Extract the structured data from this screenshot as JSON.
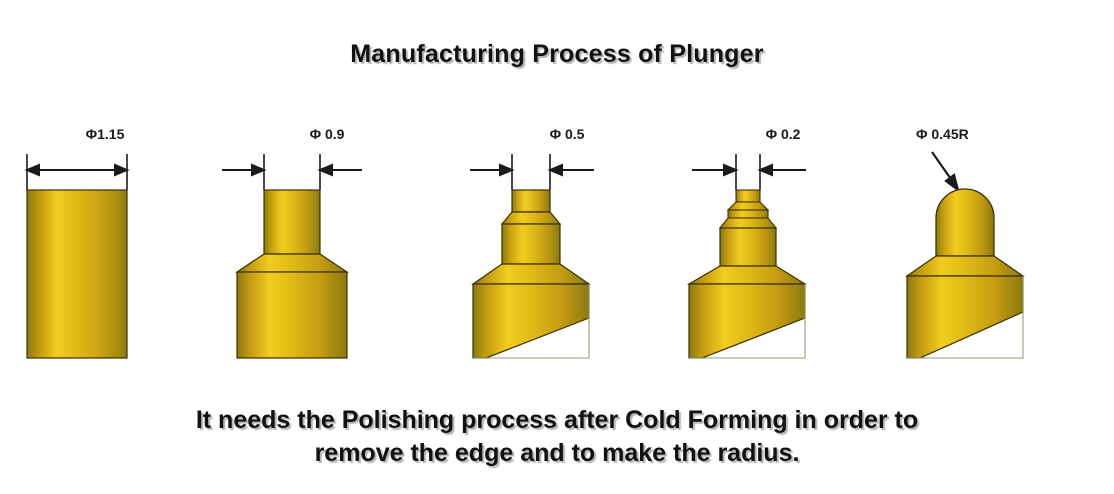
{
  "slide": {
    "title": "Manufacturing Process of  Plunger",
    "caption_line1": "It needs the Polishing process after Cold Forming in order to",
    "caption_line2": "remove the edge and to make the radius.",
    "background_color": "#ffffff",
    "text_color": "#111111"
  },
  "material": {
    "name": "gold-brass",
    "edge_dark": "#8a7a10",
    "mid_gold": "#d4aa14",
    "highlight": "#f5d020",
    "outline": "#3a3000",
    "cut_face": "#ffffff",
    "cut_outline": "#9a9a78"
  },
  "stages": [
    {
      "index": 1,
      "dimension_label": "Φ1.15",
      "arrow_style": "double-headed-inside",
      "shape": "plain-cylinder",
      "has_diagonal_cut": false
    },
    {
      "index": 2,
      "dimension_label": "Φ 0.9",
      "arrow_style": "inward-pointing",
      "shape": "single-step-shoulder",
      "has_diagonal_cut": false
    },
    {
      "index": 3,
      "dimension_label": "Φ 0.5",
      "arrow_style": "inward-pointing",
      "shape": "two-step-tapered",
      "has_diagonal_cut": true
    },
    {
      "index": 4,
      "dimension_label": "Φ 0.2",
      "arrow_style": "inward-pointing",
      "shape": "fine-tip-multi-ring",
      "has_diagonal_cut": true
    },
    {
      "index": 5,
      "dimension_label": "Φ 0.45R",
      "arrow_style": "leader-arrow",
      "shape": "rounded-dome-tip",
      "has_diagonal_cut": true
    }
  ]
}
